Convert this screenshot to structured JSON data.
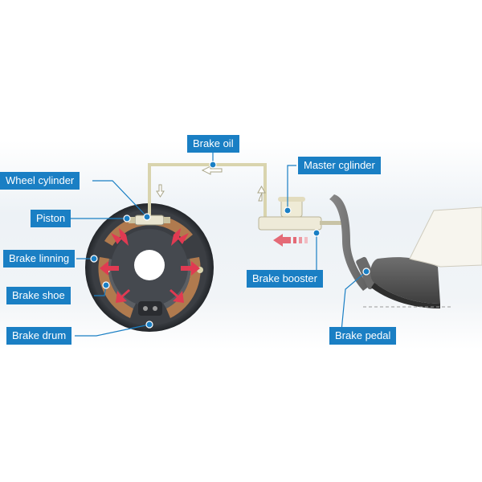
{
  "labels": {
    "brake_oil": "Brake oil",
    "wheel_cylinder": "Wheel cylinder",
    "master_cylinder": "Master cglinder",
    "piston": "Piston",
    "brake_lining": "Brake linning",
    "brake_shoe": "Brake shoe",
    "brake_drum": "Brake drum",
    "brake_booster": "Brake booster",
    "brake_pedal": "Brake pedal"
  },
  "colors": {
    "label_bg": "#1a7fc4",
    "label_text": "#ffffff",
    "pipe": "#d9d4ae",
    "arrow_red": "#e03a52",
    "lining_brown": "#b07a4e",
    "drum_dark": "#2f3236"
  }
}
